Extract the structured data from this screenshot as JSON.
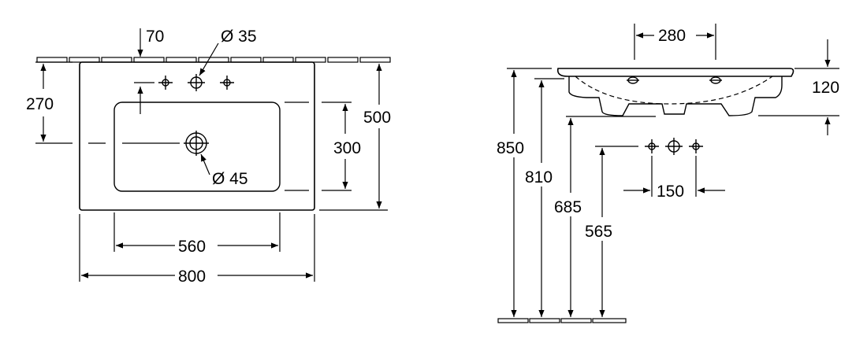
{
  "top_view": {
    "dim_70": "70",
    "dim_dia35": "Ø 35",
    "dim_270": "270",
    "dim_500": "500",
    "dim_300": "300",
    "dim_dia45": "Ø 45",
    "dim_560": "560",
    "dim_800": "800"
  },
  "side_view": {
    "dim_280": "280",
    "dim_120": "120",
    "dim_850": "850",
    "dim_810": "810",
    "dim_685": "685",
    "dim_565": "565",
    "dim_150": "150"
  }
}
